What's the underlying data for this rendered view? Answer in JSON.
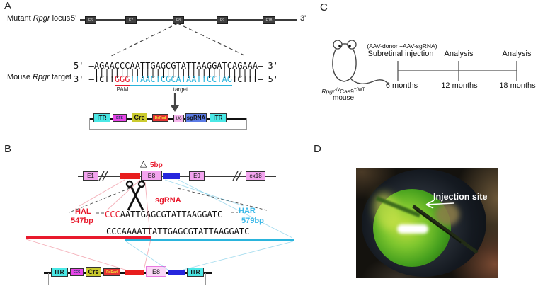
{
  "figure": {
    "panel_labels": {
      "a": "A",
      "b": "B",
      "c": "C",
      "d": "D"
    }
  },
  "panel_a": {
    "locus_label": {
      "prefix": "Mutant ",
      "gene": "Rpgr",
      "suffix": " locus"
    },
    "locus": {
      "five_prime": "5'",
      "three_prime": "3'",
      "exons": [
        "E6",
        "E7",
        "E8",
        "E9",
        "E18"
      ]
    },
    "target_label": {
      "prefix": "Mouse ",
      "gene": "Rpgr",
      "suffix": " target"
    },
    "duplex": {
      "top": {
        "prefix": "5' —",
        "seq": "AGAACCCAATTGAGCGTATTAAGGATCAGAAA",
        "suffix": "— 3'"
      },
      "pairs": "    ||||||||||||||||||||||||||||||||",
      "bottom": {
        "prefix": "3' —",
        "flank5": "TCTT",
        "pam": "GGG",
        "protospacer": "TTAACTCGCATAATTCCTAG",
        "flank3": "TCTTT",
        "suffix": "— 5'"
      },
      "pam_label": "PAM",
      "target_label": "target"
    },
    "construct": {
      "itr_left": "ITR",
      "efs": "EFS",
      "cre": "Cre",
      "dsred": "DsRed",
      "u6": "U6",
      "sgrna": "sgRNA",
      "itr_right": "ITR"
    }
  },
  "panel_b": {
    "deletion": {
      "symbol": "△",
      "size": "5bp"
    },
    "exons": {
      "e1": "E1",
      "e8": "E8",
      "e9": "E9",
      "ex18": "ex18"
    },
    "sgrna_label": "sgRNA",
    "hal": {
      "name": "HAL",
      "size": "547bp"
    },
    "har": {
      "name": "HAR",
      "size": "579bp"
    },
    "cut_site_seq": {
      "pam": "CCC",
      "seq": "AATTGAGCGTATTAAGGATC"
    },
    "donor_seq": "CCCAAAATTATTGAGCGTATTAAGGATC",
    "construct": {
      "itr_left": "ITR",
      "efs": "EFS",
      "cre": "Cre",
      "dsred": "DsRed",
      "e8": "E8",
      "itr_right": "ITR"
    }
  },
  "panel_c": {
    "vectors": "(AAV-donor +AAV-sgRNA)",
    "procedure": "Subretinal injection",
    "analysis_1": "Analysis",
    "analysis_2": "Analysis",
    "timepoints": [
      "6 months",
      "12 months",
      "18 months"
    ],
    "genotype": {
      "gene": "Rpgr",
      "allele1": "-/y",
      "cas": "Cas9",
      "allele2": "+/WT",
      "line2": "mouse"
    }
  },
  "panel_d": {
    "annotation": "Injection site"
  },
  "colors": {
    "pam_red": "#e8192c",
    "target_blue": "#2ab4dc",
    "itr_cyan": "#4ae8e6",
    "efs_magenta": "#e846e8",
    "cre_yellow": "#cbcb2e",
    "dsred_red": "#e43434",
    "u6_pink": "#f6b6ee",
    "sgrna_blue": "#5b7ce6",
    "exon_pink": "#f3a4ef"
  }
}
